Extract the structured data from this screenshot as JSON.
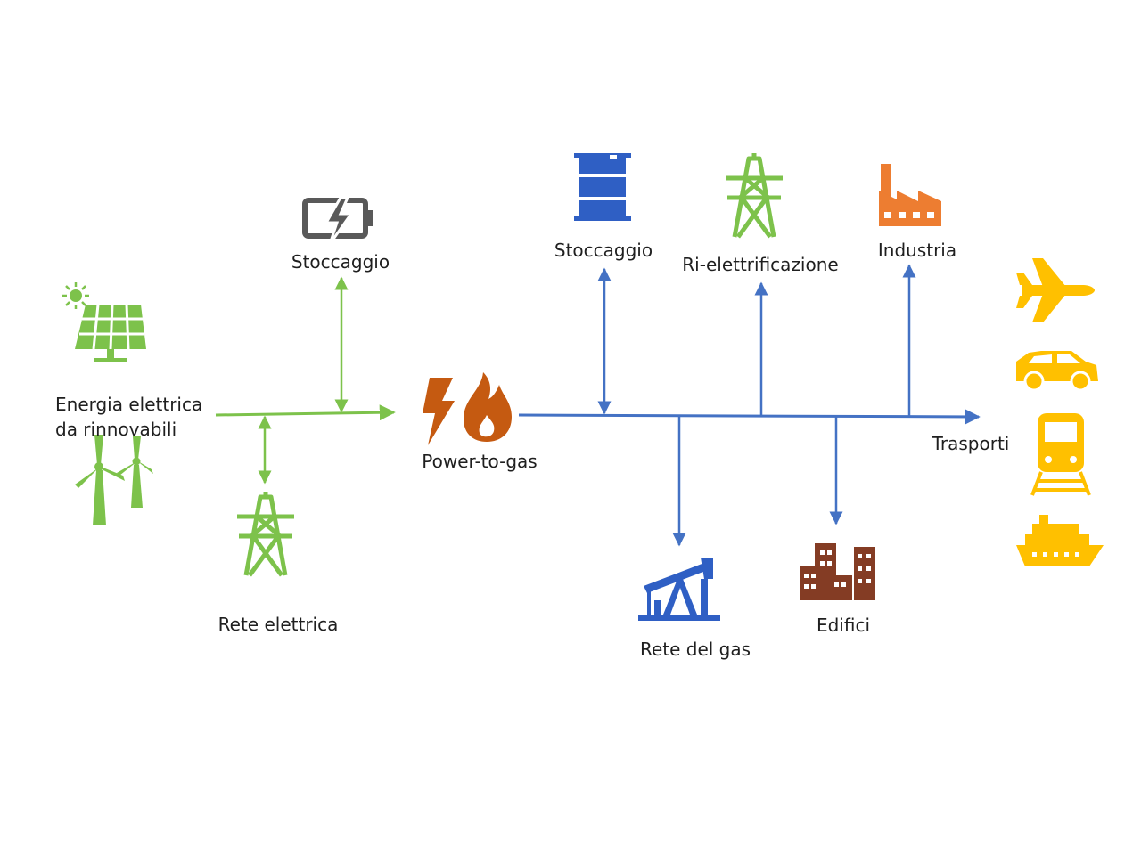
{
  "colors": {
    "renewable_green": "#7dc24b",
    "flow_blue": "#4472c4",
    "p2g_orange": "#c55a11",
    "industry_orange": "#ed7d31",
    "building_brown": "#843c24",
    "transport_yellow": "#ffc000",
    "battery_gray": "#595959",
    "text": "#1f1f1f"
  },
  "labels": {
    "renewables_line1": "Energia elettrica",
    "renewables_line2": "da rinnovabili",
    "electric_storage": "Stoccaggio",
    "electric_grid": "Rete elettrica",
    "power_to_gas": "Power-to-gas",
    "gas_storage": "Stoccaggio",
    "reelectrification": "Ri-elettrificazione",
    "industry": "Industria",
    "transport": "Trasporti",
    "gas_grid": "Rete del gas",
    "buildings": "Edifici"
  },
  "icons": [
    "sun-icon",
    "solar-panel-icon",
    "wind-turbine-icon",
    "battery-icon",
    "pylon-icon",
    "lightning-icon",
    "flame-icon",
    "barrel-icon",
    "factory-icon",
    "airplane-icon",
    "car-icon",
    "train-icon",
    "ship-icon",
    "pumpjack-icon",
    "buildings-icon"
  ]
}
